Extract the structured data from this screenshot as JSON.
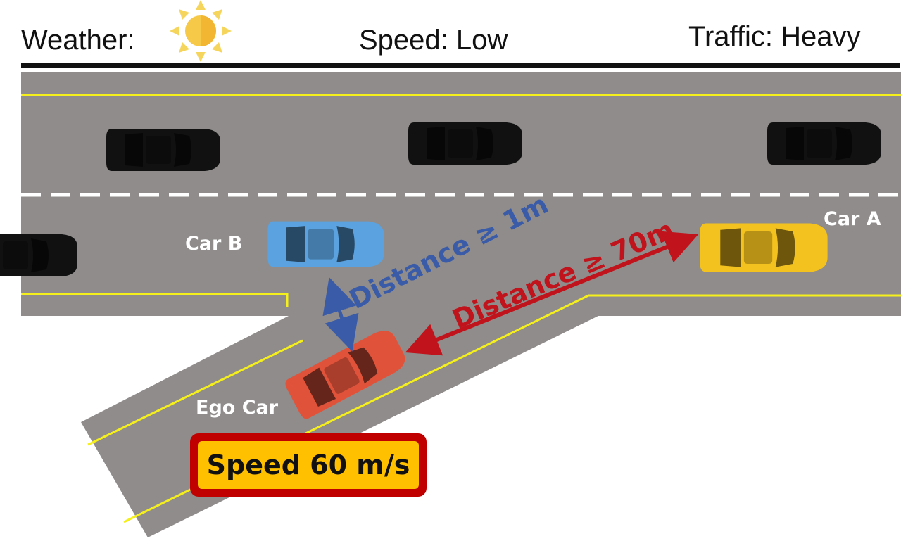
{
  "header": {
    "weather_label": "Weather:",
    "weather_icon": "sun-icon",
    "speed_text": "Speed: Low",
    "traffic_text": "Traffic: Heavy"
  },
  "labels": {
    "car_a": "Car A",
    "car_b": "Car B",
    "ego_car": "Ego Car"
  },
  "constraints": {
    "car_b_distance": "Distance ≥ 1m",
    "car_a_distance": "Distance ≥ 70m"
  },
  "ego_speed_box": "Speed 60 m/s",
  "colors": {
    "road": "#8f8c8b",
    "lane_yellow": "#f5ef1b",
    "car_b_distance": "#3a5ba8",
    "car_a_distance": "#c0131b",
    "speed_box_fill": "#ffc000",
    "speed_box_border": "#c00000",
    "ego_car": "#e0533a",
    "car_a": "#f4c21e",
    "car_b": "#5aa3e0",
    "traffic_car": "#111111"
  }
}
